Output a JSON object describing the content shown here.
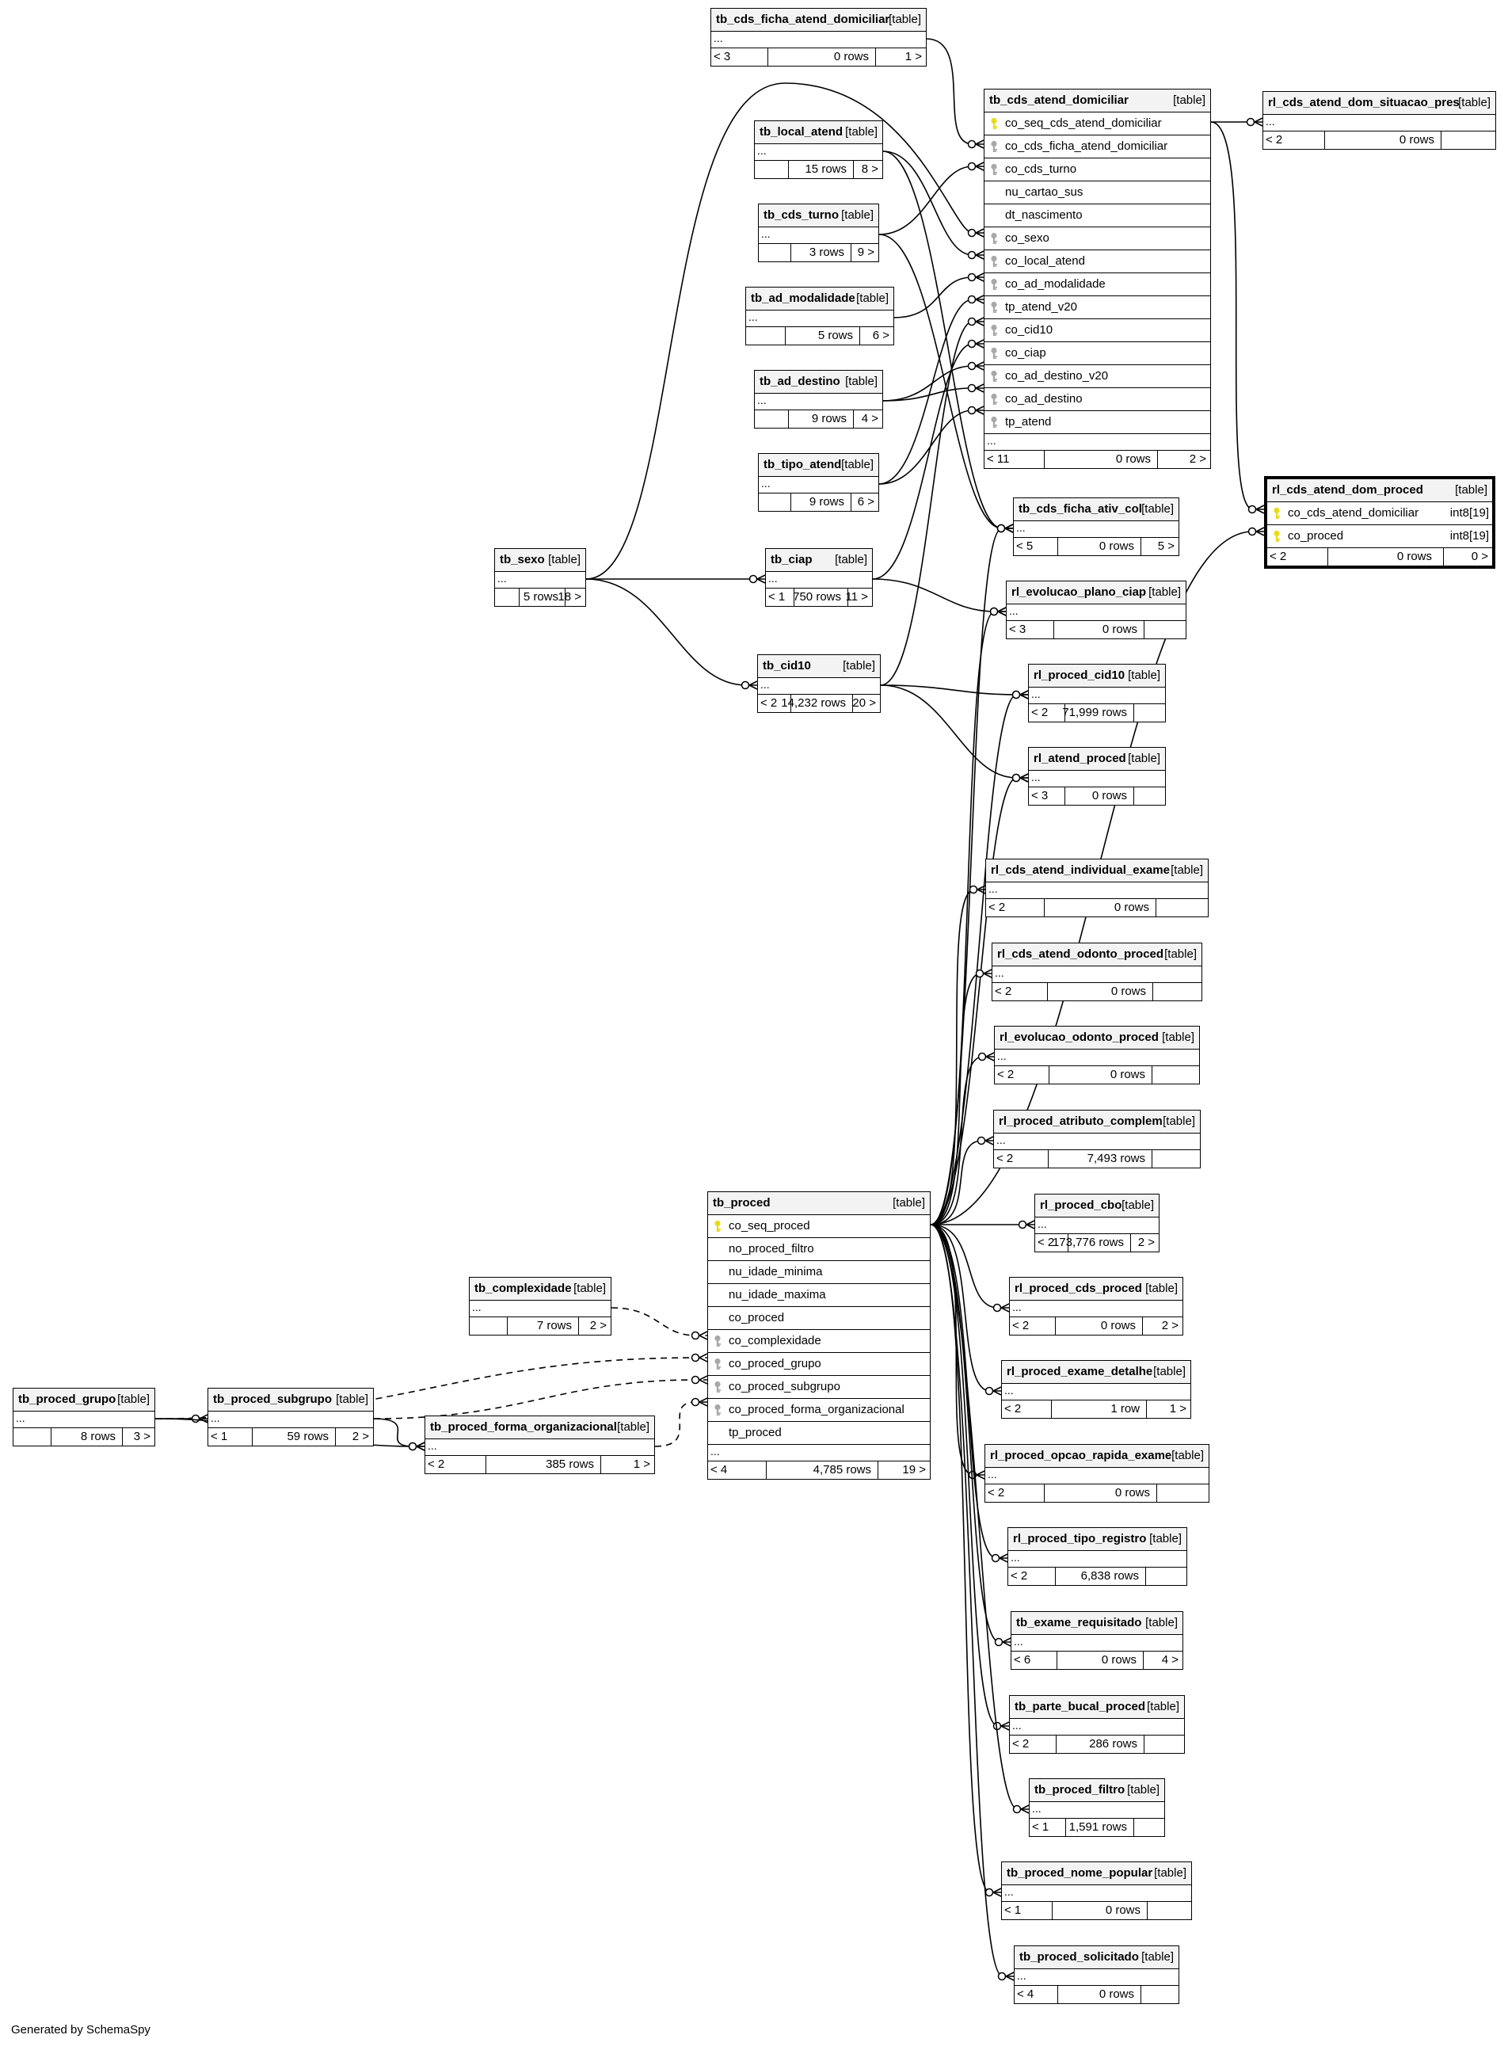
{
  "diagram": {
    "type_label": "[table]",
    "more_columns_label": "...",
    "footer_text": "Generated by SchemaSpy",
    "tables": [
      {
        "id": "tb_cds_ficha_atend_domiciliar",
        "name": "tb_cds_ficha_atend_domiciliar",
        "columns": [],
        "footer": {
          "left": "< 3",
          "rows": "0 rows",
          "right": "1 >"
        }
      },
      {
        "id": "tb_cds_atend_domiciliar",
        "name": "tb_cds_atend_domiciliar",
        "ellipsis_after": true,
        "columns": [
          {
            "name": "co_seq_cds_atend_domiciliar",
            "key": "pk"
          },
          {
            "name": "co_cds_ficha_atend_domiciliar",
            "key": "fk"
          },
          {
            "name": "co_cds_turno",
            "key": "fk"
          },
          {
            "name": "nu_cartao_sus",
            "key": ""
          },
          {
            "name": "dt_nascimento",
            "key": ""
          },
          {
            "name": "co_sexo",
            "key": "fk"
          },
          {
            "name": "co_local_atend",
            "key": "fk"
          },
          {
            "name": "co_ad_modalidade",
            "key": "fk"
          },
          {
            "name": "tp_atend_v20",
            "key": "fk"
          },
          {
            "name": "co_cid10",
            "key": "fk"
          },
          {
            "name": "co_ciap",
            "key": "fk"
          },
          {
            "name": "co_ad_destino_v20",
            "key": "fk"
          },
          {
            "name": "co_ad_destino",
            "key": "fk"
          },
          {
            "name": "tp_atend",
            "key": "fk"
          }
        ],
        "footer": {
          "left": "< 11",
          "rows": "0 rows",
          "right": "2 >"
        }
      },
      {
        "id": "rl_cds_atend_dom_situacao_pres",
        "name": "rl_cds_atend_dom_situacao_pres",
        "columns": [],
        "footer": {
          "left": "< 2",
          "rows": "0 rows",
          "right": ""
        }
      },
      {
        "id": "tb_local_atend",
        "name": "tb_local_atend",
        "columns": [],
        "footer": {
          "left": "",
          "rows": "15 rows",
          "right": "8 >"
        }
      },
      {
        "id": "tb_cds_turno",
        "name": "tb_cds_turno",
        "columns": [],
        "footer": {
          "left": "",
          "rows": "3 rows",
          "right": "9 >"
        }
      },
      {
        "id": "tb_ad_modalidade",
        "name": "tb_ad_modalidade",
        "columns": [],
        "footer": {
          "left": "",
          "rows": "5 rows",
          "right": "6 >"
        }
      },
      {
        "id": "tb_ad_destino",
        "name": "tb_ad_destino",
        "columns": [],
        "footer": {
          "left": "",
          "rows": "9 rows",
          "right": "4 >"
        }
      },
      {
        "id": "tb_tipo_atend",
        "name": "tb_tipo_atend",
        "columns": [],
        "footer": {
          "left": "",
          "rows": "9 rows",
          "right": "6 >"
        }
      },
      {
        "id": "rl_cds_atend_dom_proced",
        "name": "rl_cds_atend_dom_proced",
        "focus": true,
        "columns": [
          {
            "name": "co_cds_atend_domiciliar",
            "key": "pk",
            "type": "int8[19]"
          },
          {
            "name": "co_proced",
            "key": "pk",
            "type": "int8[19]"
          }
        ],
        "footer": {
          "left": "< 2",
          "rows": "0 rows",
          "right": "0 >"
        }
      },
      {
        "id": "tb_sexo",
        "name": "tb_sexo",
        "columns": [],
        "footer": {
          "left": "",
          "rows": "5 rows",
          "right": "18 >"
        }
      },
      {
        "id": "tb_ciap",
        "name": "tb_ciap",
        "columns": [],
        "footer": {
          "left": "< 1",
          "rows": "750 rows",
          "right": "11 >"
        }
      },
      {
        "id": "tb_cds_ficha_ativ_col",
        "name": "tb_cds_ficha_ativ_col",
        "columns": [],
        "footer": {
          "left": "< 5",
          "rows": "0 rows",
          "right": "5 >"
        }
      },
      {
        "id": "rl_evolucao_plano_ciap",
        "name": "rl_evolucao_plano_ciap",
        "columns": [],
        "footer": {
          "left": "< 3",
          "rows": "0 rows",
          "right": ""
        }
      },
      {
        "id": "tb_cid10",
        "name": "tb_cid10",
        "columns": [],
        "footer": {
          "left": "< 2",
          "rows": "14,232 rows",
          "right": "20 >"
        }
      },
      {
        "id": "rl_proced_cid10",
        "name": "rl_proced_cid10",
        "columns": [],
        "footer": {
          "left": "< 2",
          "rows": "71,999 rows",
          "right": ""
        }
      },
      {
        "id": "rl_atend_proced",
        "name": "rl_atend_proced",
        "columns": [],
        "footer": {
          "left": "< 3",
          "rows": "0 rows",
          "right": ""
        }
      },
      {
        "id": "rl_cds_atend_individual_exame",
        "name": "rl_cds_atend_individual_exame",
        "columns": [],
        "footer": {
          "left": "< 2",
          "rows": "0 rows",
          "right": ""
        }
      },
      {
        "id": "rl_cds_atend_odonto_proced",
        "name": "rl_cds_atend_odonto_proced",
        "columns": [],
        "footer": {
          "left": "< 2",
          "rows": "0 rows",
          "right": ""
        }
      },
      {
        "id": "rl_evolucao_odonto_proced",
        "name": "rl_evolucao_odonto_proced",
        "columns": [],
        "footer": {
          "left": "< 2",
          "rows": "0 rows",
          "right": ""
        }
      },
      {
        "id": "rl_proced_atributo_complem",
        "name": "rl_proced_atributo_complem",
        "columns": [],
        "footer": {
          "left": "< 2",
          "rows": "7,493 rows",
          "right": ""
        }
      },
      {
        "id": "tb_proced",
        "name": "tb_proced",
        "ellipsis_after": true,
        "columns": [
          {
            "name": "co_seq_proced",
            "key": "pk"
          },
          {
            "name": "no_proced_filtro",
            "key": ""
          },
          {
            "name": "nu_idade_minima",
            "key": ""
          },
          {
            "name": "nu_idade_maxima",
            "key": ""
          },
          {
            "name": "co_proced",
            "key": ""
          },
          {
            "name": "co_complexidade",
            "key": "fk"
          },
          {
            "name": "co_proced_grupo",
            "key": "fk"
          },
          {
            "name": "co_proced_subgrupo",
            "key": "fk"
          },
          {
            "name": "co_proced_forma_organizacional",
            "key": "fk"
          },
          {
            "name": "tp_proced",
            "key": ""
          }
        ],
        "footer": {
          "left": "< 4",
          "rows": "4,785 rows",
          "right": "19 >"
        }
      },
      {
        "id": "rl_proced_cbo",
        "name": "rl_proced_cbo",
        "columns": [],
        "footer": {
          "left": "< 2",
          "rows": "173,776 rows",
          "right": "2 >"
        }
      },
      {
        "id": "tb_complexidade",
        "name": "tb_complexidade",
        "columns": [],
        "footer": {
          "left": "",
          "rows": "7 rows",
          "right": "2 >"
        }
      },
      {
        "id": "rl_proced_cds_proced",
        "name": "rl_proced_cds_proced",
        "columns": [],
        "footer": {
          "left": "< 2",
          "rows": "0 rows",
          "right": "2 >"
        }
      },
      {
        "id": "rl_proced_exame_detalhe",
        "name": "rl_proced_exame_detalhe",
        "columns": [],
        "footer": {
          "left": "< 2",
          "rows": "1 row",
          "right": "1 >"
        }
      },
      {
        "id": "tb_proced_grupo",
        "name": "tb_proced_grupo",
        "columns": [],
        "footer": {
          "left": "",
          "rows": "8 rows",
          "right": "3 >"
        }
      },
      {
        "id": "tb_proced_subgrupo",
        "name": "tb_proced_subgrupo",
        "columns": [],
        "footer": {
          "left": "< 1",
          "rows": "59 rows",
          "right": "2 >"
        }
      },
      {
        "id": "tb_proced_forma_organizacional",
        "name": "tb_proced_forma_organizacional",
        "columns": [],
        "footer": {
          "left": "< 2",
          "rows": "385 rows",
          "right": "1 >"
        }
      },
      {
        "id": "rl_proced_opcao_rapida_exame",
        "name": "rl_proced_opcao_rapida_exame",
        "columns": [],
        "footer": {
          "left": "< 2",
          "rows": "0 rows",
          "right": ""
        }
      },
      {
        "id": "rl_proced_tipo_registro",
        "name": "rl_proced_tipo_registro",
        "columns": [],
        "footer": {
          "left": "< 2",
          "rows": "6,838 rows",
          "right": ""
        }
      },
      {
        "id": "tb_exame_requisitado",
        "name": "tb_exame_requisitado",
        "columns": [],
        "footer": {
          "left": "< 6",
          "rows": "0 rows",
          "right": "4 >"
        }
      },
      {
        "id": "tb_parte_bucal_proced",
        "name": "tb_parte_bucal_proced",
        "columns": [],
        "footer": {
          "left": "< 2",
          "rows": "286 rows",
          "right": ""
        }
      },
      {
        "id": "tb_proced_filtro",
        "name": "tb_proced_filtro",
        "columns": [],
        "footer": {
          "left": "< 1",
          "rows": "1,591 rows",
          "right": ""
        }
      },
      {
        "id": "tb_proced_nome_popular",
        "name": "tb_proced_nome_popular",
        "columns": [],
        "footer": {
          "left": "< 1",
          "rows": "0 rows",
          "right": ""
        }
      },
      {
        "id": "tb_proced_solicitado",
        "name": "tb_proced_solicitado",
        "columns": [],
        "footer": {
          "left": "< 4",
          "rows": "0 rows",
          "right": ""
        }
      }
    ]
  }
}
